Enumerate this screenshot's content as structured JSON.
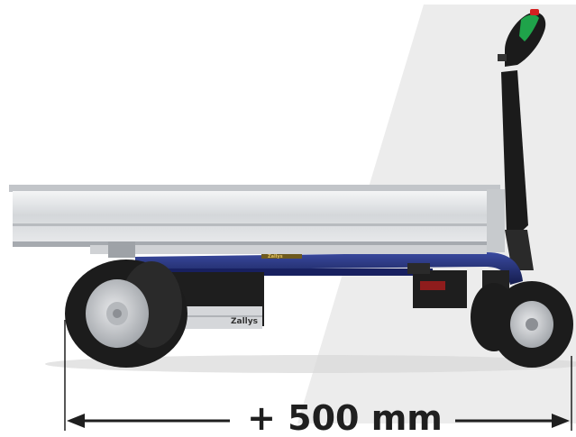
{
  "product": {
    "brand_label": "Zallys",
    "frame_label": "Zallys"
  },
  "dimension": {
    "label": "+ 500 mm"
  },
  "colors": {
    "background": "#ffffff",
    "shadow_panel": "#ececec",
    "bed": "#d8dadd",
    "chassis": "#1f2a6b",
    "tire": "#1c1c1c",
    "hub": "#c9ccd0",
    "handle": "#1b1b1b",
    "grip_green": "#1fa34a",
    "grip_red": "#d32020",
    "arrow": "#1f1f1f"
  }
}
